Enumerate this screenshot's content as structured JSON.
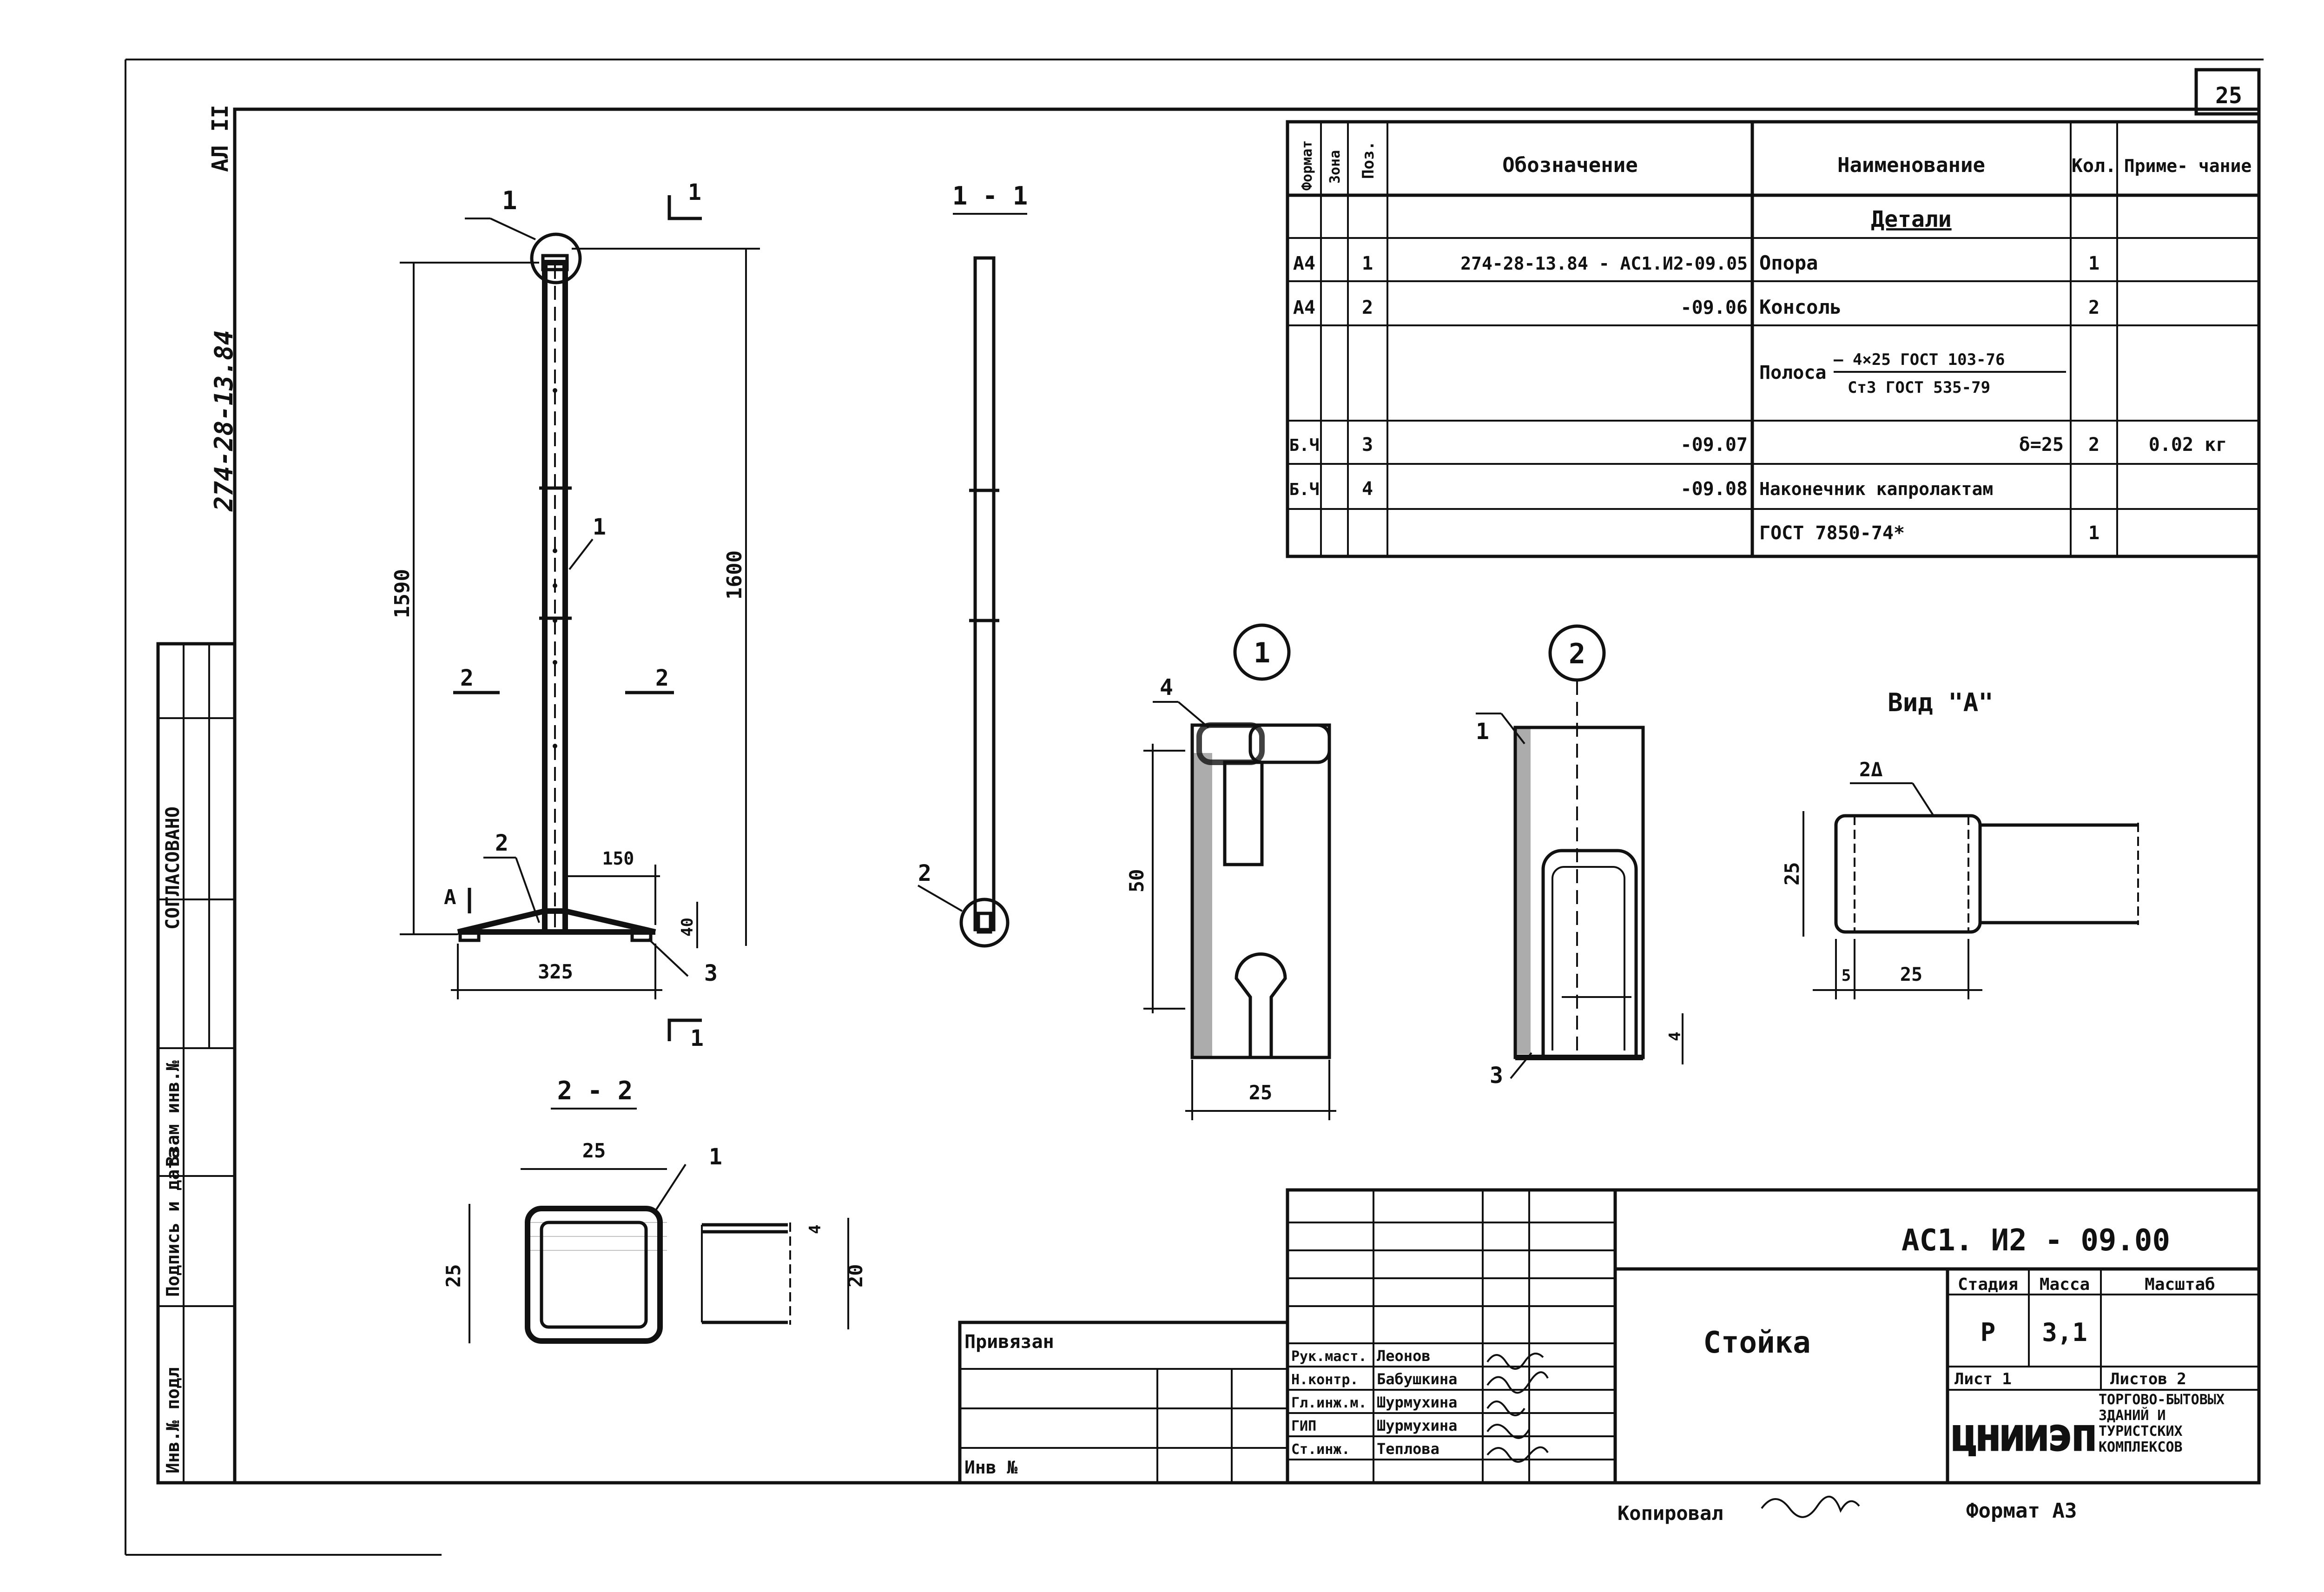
{
  "page": {
    "number": "25"
  },
  "left_strip": {
    "code_top": "АЛ II",
    "doc_number_vertical": "274-28-13.84",
    "agreed_label": "СОГЛАСОВАНО",
    "labels": [
      "Взам инв.№",
      "Подпись и дата",
      "Инв.№ подл"
    ]
  },
  "spec_table": {
    "headers": [
      "Формат",
      "Зона",
      "Поз.",
      "Обозначение",
      "Наименование",
      "Кол.",
      "Приме- чание"
    ],
    "section_title": "Детали",
    "rows": [
      {
        "format": "А4",
        "zone": "",
        "pos": "1",
        "designation": "274-28-13.84 - АС1.И2-09.05",
        "name": "Опора",
        "qty": "1",
        "note": ""
      },
      {
        "format": "А4",
        "zone": "",
        "pos": "2",
        "designation": "-09.06",
        "name": "Консоль",
        "qty": "2",
        "note": ""
      },
      {
        "format": "",
        "zone": "",
        "pos": "",
        "designation": "",
        "name_prefix": "Полоса",
        "name_top": "— 4×25 ГОСТ 103-76",
        "name_bottom": "Ст3  ГОСТ 535-79",
        "qty": "",
        "note": ""
      },
      {
        "format": "Б.Ч",
        "zone": "",
        "pos": "3",
        "designation": "-09.07",
        "name": "δ=25",
        "qty": "2",
        "note": "0.02 кг"
      },
      {
        "format": "Б.Ч",
        "zone": "",
        "pos": "4",
        "designation": "-09.08",
        "name": "Наконечник капролактам",
        "qty": "",
        "note": ""
      },
      {
        "format": "",
        "zone": "",
        "pos": "",
        "designation": "",
        "name": "ГОСТ  7850-74*",
        "qty": "1",
        "note": ""
      }
    ]
  },
  "drawing": {
    "main_view": {
      "dim_height_left": "1590",
      "dim_height_right": "1600",
      "dim_base": "325",
      "dim_console": "150",
      "dim_small": "40",
      "callout_1": "1",
      "section_1_mark": "1",
      "section_2_left": "2",
      "section_2_right": "2",
      "label_A": "А",
      "pos_1": "1",
      "pos_2": "2",
      "pos_3": "3"
    },
    "section_1_1": {
      "title": "1 - 1",
      "pos_2": "2"
    },
    "section_2_2": {
      "title": "2 - 2",
      "dim_width": "25",
      "dim_height": "25",
      "dim_right": "20",
      "dim_wall": "4",
      "pos_1": "1"
    },
    "detail_1": {
      "title": "1",
      "dim_height": "50",
      "dim_width": "25",
      "pos_4": "4"
    },
    "detail_2": {
      "title": "2",
      "pos_1": "1",
      "pos_3": "3",
      "dim_small": "4"
    },
    "view_A": {
      "title": "Вид \"А\"",
      "weld_note": "2Δ",
      "dim_height": "25",
      "dim_left": "5",
      "dim_width": "25"
    }
  },
  "title_block": {
    "code": "АС1. И2 - 09.00",
    "product_name": "Стойка",
    "headers": [
      "Стадия",
      "Масса",
      "Масштаб"
    ],
    "stage": "Р",
    "mass": "3,1",
    "scale": "",
    "sheet": "Лист 1",
    "sheets_total": "Листов 2",
    "org_logo": "ЦНИИЭП",
    "org_name": "ТОРГОВО-БЫТОВЫХ ЗДАНИЙ И ТУРИСТСКИХ КОМПЛЕКСОВ",
    "privyazan": "Привязан",
    "inv_no": "Инв №",
    "signatures": [
      {
        "role": "Рук.маст.",
        "name": "Леонов"
      },
      {
        "role": "Н.контр.",
        "name": "Бабушкина"
      },
      {
        "role": "Гл.инж.м.",
        "name": "Шурмухина"
      },
      {
        "role": "ГИП",
        "name": "Шурмухина"
      },
      {
        "role": "Ст.инж.",
        "name": "Теплова"
      }
    ]
  },
  "footer": {
    "copied": "Копировал",
    "format": "Формат А3"
  }
}
